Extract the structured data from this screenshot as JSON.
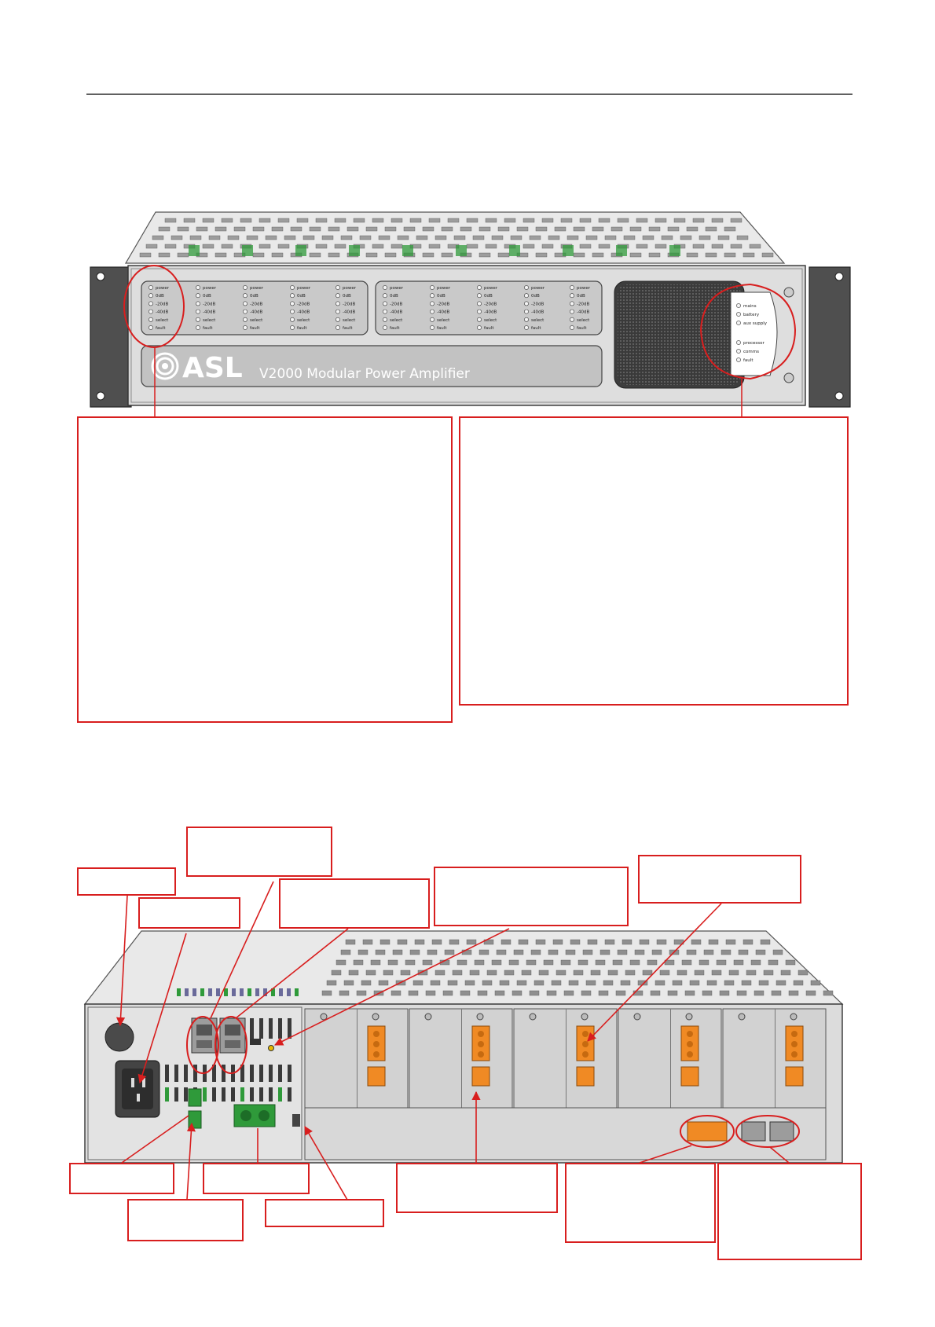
{
  "colors": {
    "callout": "#d81e1e",
    "chassis_light": "#e6e6e6",
    "chassis_mid": "#b9b9b9",
    "chassis_dark": "#6d6d6d",
    "connector": "#f08a24",
    "terminal_green": "#2f9a3a"
  },
  "front_panel": {
    "brand": "ASL",
    "model": "V2000 Modular Power Amplifier",
    "channel_leds": [
      "power",
      "0dB",
      "-20dB",
      "-40dB",
      "select",
      "fault"
    ],
    "status_leds": [
      "mains",
      "battery",
      "aux supply",
      "processor",
      "comms",
      "fault"
    ]
  },
  "rear_panel": {
    "amplifier_slots": 5
  }
}
